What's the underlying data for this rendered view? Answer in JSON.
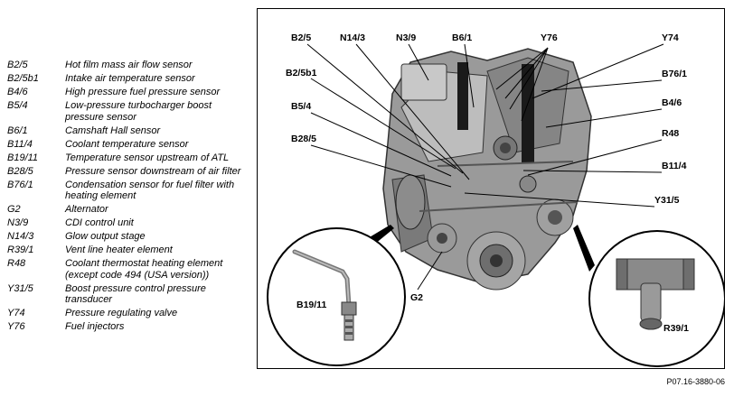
{
  "legend": [
    {
      "code": "B2/5",
      "desc": "Hot film mass air flow sensor"
    },
    {
      "code": "B2/5b1",
      "desc": "Intake air temperature sensor"
    },
    {
      "code": "B4/6",
      "desc": "High pressure fuel pressure sensor"
    },
    {
      "code": "B5/4",
      "desc": "Low-pressure turbocharger boost pressure sensor"
    },
    {
      "code": "B6/1",
      "desc": "Camshaft Hall sensor"
    },
    {
      "code": "B11/4",
      "desc": "Coolant temperature sensor"
    },
    {
      "code": "B19/11",
      "desc": "Temperature sensor upstream of ATL"
    },
    {
      "code": "B28/5",
      "desc": "Pressure sensor downstream of air filter"
    },
    {
      "code": "B76/1",
      "desc": "Condensation sensor for fuel filter with heating element"
    },
    {
      "code": "G2",
      "desc": "Alternator"
    },
    {
      "code": "N3/9",
      "desc": "CDI control unit"
    },
    {
      "code": "N14/3",
      "desc": "Glow output stage"
    },
    {
      "code": "R39/1",
      "desc": "Vent line heater element"
    },
    {
      "code": "R48",
      "desc": "Coolant thermostat heating element (except code 494 (USA version))"
    },
    {
      "code": "Y31/5",
      "desc": "Boost pressure control pressure transducer"
    },
    {
      "code": "Y74",
      "desc": "Pressure regulating valve"
    },
    {
      "code": "Y76",
      "desc": "Fuel injectors"
    }
  ],
  "labels": {
    "b2_5": "B2/5",
    "n14_3": "N14/3",
    "n3_9": "N3/9",
    "b6_1": "B6/1",
    "y76": "Y76",
    "y74": "Y74",
    "b2_5b1": "B2/5b1",
    "b76_1": "B76/1",
    "b5_4": "B5/4",
    "b4_6": "B4/6",
    "b28_5": "B28/5",
    "r48": "R48",
    "b11_4": "B11/4",
    "y31_5": "Y31/5",
    "g2": "G2",
    "b19_11": "B19/11",
    "r39_1": "R39/1"
  },
  "reference": "P07.16-3880-06"
}
